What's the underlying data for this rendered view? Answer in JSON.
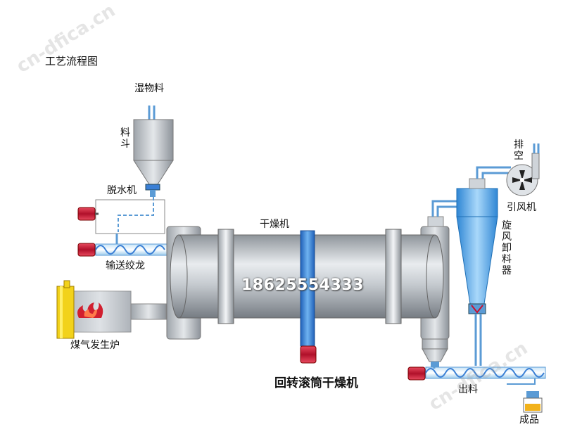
{
  "title": "工艺流程图",
  "labels": {
    "wet_material": "湿物料",
    "hopper": "料斗",
    "dewatering": "脱水机",
    "screw_conveyor": "输送绞龙",
    "gas_generator": "煤气发生炉",
    "dryer": "干燥机",
    "machine_name": "回转滚筒干燥机",
    "exhaust": "排空",
    "induced_fan": "引风机",
    "cyclone": "旋风卸料器",
    "discharge": "出料",
    "product": "成品"
  },
  "phone": "18625554333",
  "watermark": "cn-dfica.cn",
  "colors": {
    "pipe": "#5b9bd5",
    "motor": "#c8102e",
    "drum": "#b8bdc3",
    "band": "#3a7fd5",
    "cyclone": "#4aa3e6"
  }
}
